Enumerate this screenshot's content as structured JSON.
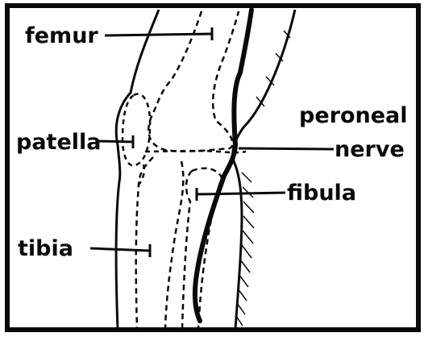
{
  "diagram": {
    "labels": {
      "femur": "femur",
      "patella": "patella",
      "tibia": "tibia",
      "peroneal": "peroneal",
      "nerve": "nerve",
      "fibula": "fibula"
    },
    "colors": {
      "ink": "#0a0a0a",
      "paper": "#ffffff"
    }
  }
}
